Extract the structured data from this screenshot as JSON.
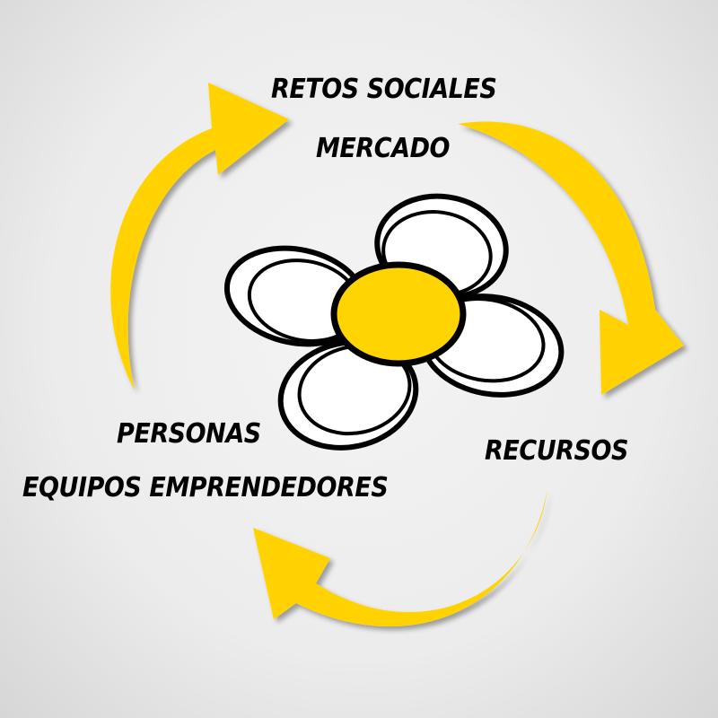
{
  "labels": {
    "top_line1": "RETOS SOCIALES",
    "top_line2": "MERCADO",
    "right": "RECURSOS",
    "left_line1": "PERSONAS",
    "left_line2": "EQUIPOS EMPRENDEDORES"
  },
  "colors": {
    "arrow": "#ffd200",
    "flower_center": "#ffd400",
    "petal": "#ffffff",
    "outline": "#000000"
  }
}
